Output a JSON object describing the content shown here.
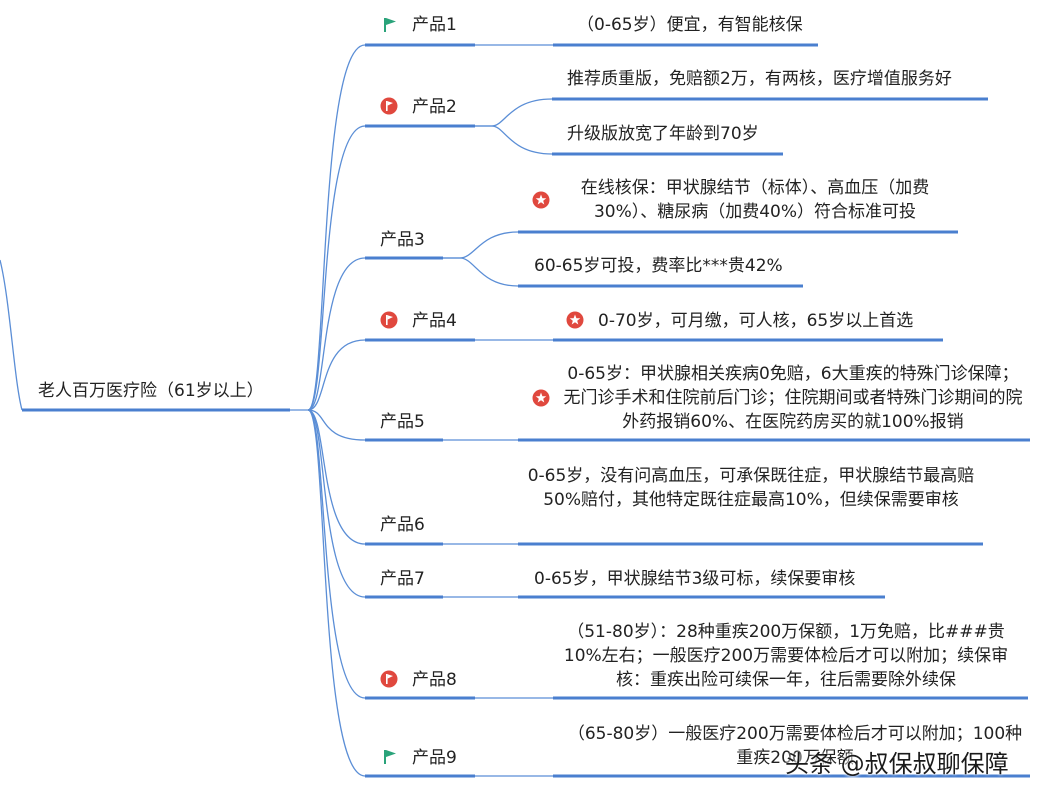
{
  "root": {
    "label": "老人百万医疗险（61岁以上）"
  },
  "products": [
    {
      "label": "产品1",
      "icon": "green-flag-icon",
      "details": [
        "（0-65岁）便宜，有智能核保"
      ]
    },
    {
      "label": "产品2",
      "icon": "red-flag-icon",
      "details": [
        "推荐质重版，免赔额2万，有两核，医疗增值服务好",
        "升级版放宽了年龄到70岁"
      ]
    },
    {
      "label": "产品3",
      "icon": "",
      "details": [
        "在线核保：甲状腺结节（标体）、高血压（加费30%）、糖尿病（加费40%）符合标准可投",
        "60-65岁可投，费率比***贵42%"
      ],
      "detail_icons": [
        "red-star-icon",
        ""
      ]
    },
    {
      "label": "产品4",
      "icon": "red-flag-icon",
      "details": [
        "0-70岁，可月缴，可人核，65岁以上首选"
      ],
      "detail_icons": [
        "red-star-icon"
      ]
    },
    {
      "label": "产品5",
      "icon": "",
      "details": [
        "0-65岁：甲状腺相关疾病0免赔，6大重疾的特殊门诊保障；无门诊手术和住院前后门诊；住院期间或者特殊门诊期间的院外药报销60%、在医院药房买的就100%报销"
      ],
      "detail_icons": [
        "red-star-icon"
      ]
    },
    {
      "label": "产品6",
      "icon": "",
      "details": [
        "0-65岁，没有问高血压，可承保既往症，甲状腺结节最高赔50%赔付，其他特定既往症最高10%，但续保需要审核"
      ]
    },
    {
      "label": "产品7",
      "icon": "",
      "details": [
        "0-65岁，甲状腺结节3级可标，续保要审核"
      ]
    },
    {
      "label": "产品8",
      "icon": "red-flag-icon",
      "details": [
        "（51-80岁）：28种重疾200万保额，1万免赔，比###贵10%左右；一般医疗200万需要体检后才可以附加；续保审核：重疾出险可续保一年，往后需要除外续保"
      ]
    },
    {
      "label": "产品9",
      "icon": "green-flag-icon",
      "details": [
        "（65-80岁）一般医疗200万需要体检后才可以附加；100种重疾200万保额"
      ]
    }
  ],
  "watermark": "头条 @叔保叔聊保障",
  "colors": {
    "line": "#5b8ed6",
    "underline": "#4a7fcf",
    "flag_green": "#2aa37a",
    "flag_red": "#e0483e"
  }
}
